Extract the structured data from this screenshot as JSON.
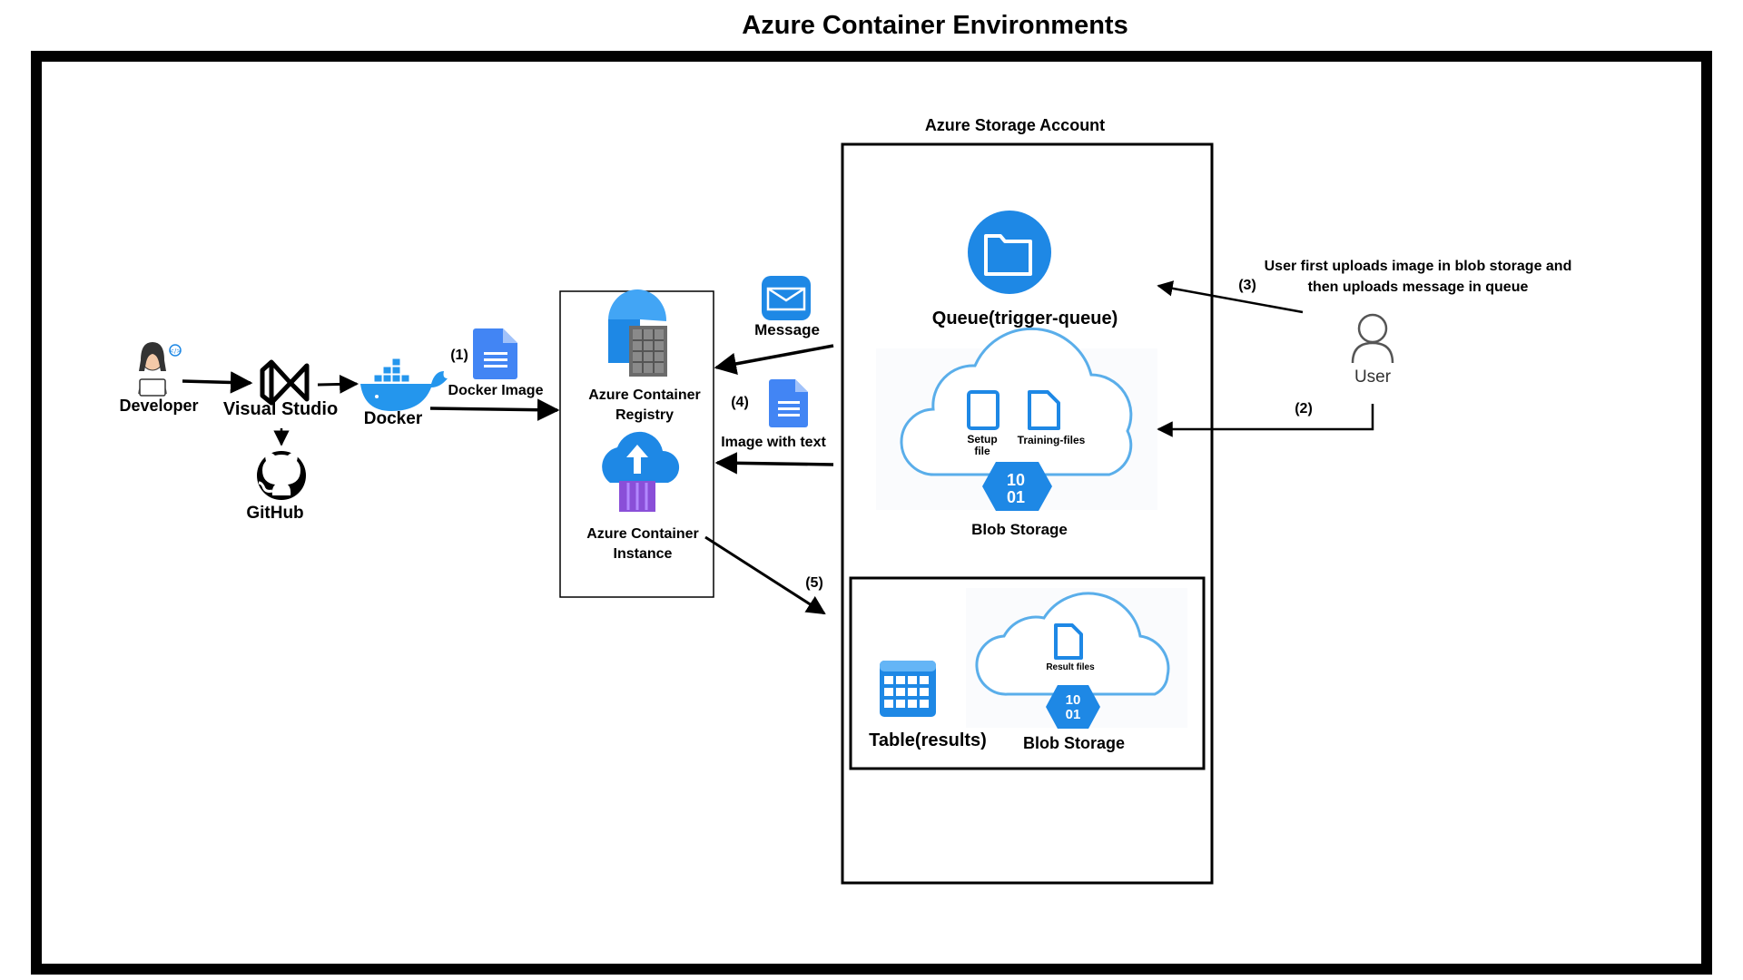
{
  "title": "Azure Container  Environments",
  "developer": {
    "label": "Developer"
  },
  "visual_studio": {
    "label": "Visual Studio"
  },
  "github": {
    "label": "GitHub"
  },
  "docker": {
    "label": "Docker"
  },
  "docker_image": {
    "step": "(1)",
    "label": "Docker Image"
  },
  "acr": {
    "label": "Azure Container Registry"
  },
  "aci": {
    "label": "Azure Container Instance"
  },
  "message": {
    "label": "Message"
  },
  "image_with_text": {
    "step": "(4)",
    "label": "Image with text"
  },
  "step5": {
    "step": "(5)"
  },
  "storage_account": {
    "label": "Azure Storage Account",
    "queue_label": "Queue(trigger-queue)",
    "blob": {
      "setup_label": "Setup file",
      "training_label": "Training-files",
      "binary": [
        "10",
        "01"
      ],
      "label": "Blob Storage"
    },
    "results": {
      "table_label": "Table(results)",
      "blob": {
        "result_label": "Result files",
        "binary": [
          "10",
          "01"
        ],
        "label": "Blob Storage"
      }
    }
  },
  "user": {
    "label": "User",
    "step3": "(3)",
    "step2": "(2)",
    "note": "User first uploads image in blob storage and then uploads message in queue"
  },
  "colors": {
    "azure_blue": "#1e88e5",
    "doc_blue": "#4285f4",
    "cloud_stroke": "#5aaeea",
    "aci_purple": "#8a4fd8",
    "frame": "#000000"
  }
}
